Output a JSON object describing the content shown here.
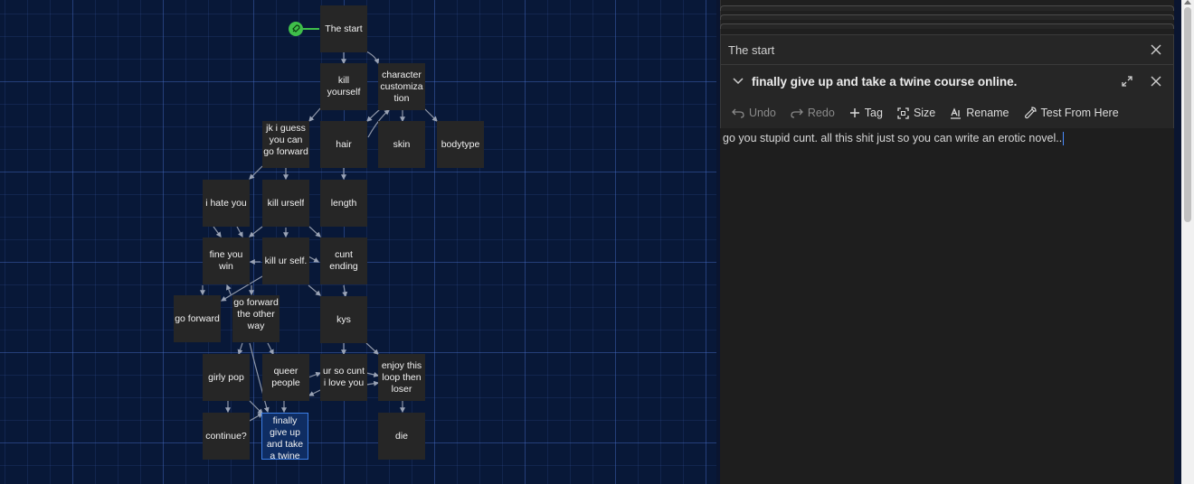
{
  "story_map": {
    "passages": [
      {
        "id": "start",
        "label": "The start"
      },
      {
        "id": "kill_yourself",
        "label": "kill yourself"
      },
      {
        "id": "char_custom",
        "label": "character customiza tion"
      },
      {
        "id": "jk",
        "label": "jk i guess you can go forward"
      },
      {
        "id": "hair",
        "label": "hair"
      },
      {
        "id": "skin",
        "label": "skin"
      },
      {
        "id": "bodytype",
        "label": "bodytype"
      },
      {
        "id": "i_hate_you",
        "label": "i hate you"
      },
      {
        "id": "kill_urself",
        "label": "kill urself"
      },
      {
        "id": "length",
        "label": "length"
      },
      {
        "id": "fine_you_win",
        "label": "fine you win"
      },
      {
        "id": "kill_ur_self",
        "label": "kill ur self."
      },
      {
        "id": "cunt_ending",
        "label": "cunt ending"
      },
      {
        "id": "go_forward",
        "label": "go forward"
      },
      {
        "id": "go_forward_other",
        "label": "go forward the other way"
      },
      {
        "id": "kys",
        "label": "kys"
      },
      {
        "id": "girly_pop",
        "label": "girly pop"
      },
      {
        "id": "queer_people",
        "label": "queer people"
      },
      {
        "id": "ur_so_cunt",
        "label": "ur so cunt i love you"
      },
      {
        "id": "enjoy_loop",
        "label": "enjoy this loop then loser"
      },
      {
        "id": "continue",
        "label": "continue?"
      },
      {
        "id": "finally",
        "label": "finally give up and take a twine course online."
      },
      {
        "id": "die",
        "label": "die"
      }
    ],
    "selected": "finally",
    "start_icon": "rocket-icon"
  },
  "dialog": {
    "title": "The start",
    "passage_name": "finally give up and take a twine course online.",
    "toolbar": {
      "undo": "Undo",
      "redo": "Redo",
      "tag": "Tag",
      "size": "Size",
      "rename": "Rename",
      "test": "Test From Here"
    },
    "text": "go you stupid cunt. all this shit just so you can write an erotic novel.."
  }
}
